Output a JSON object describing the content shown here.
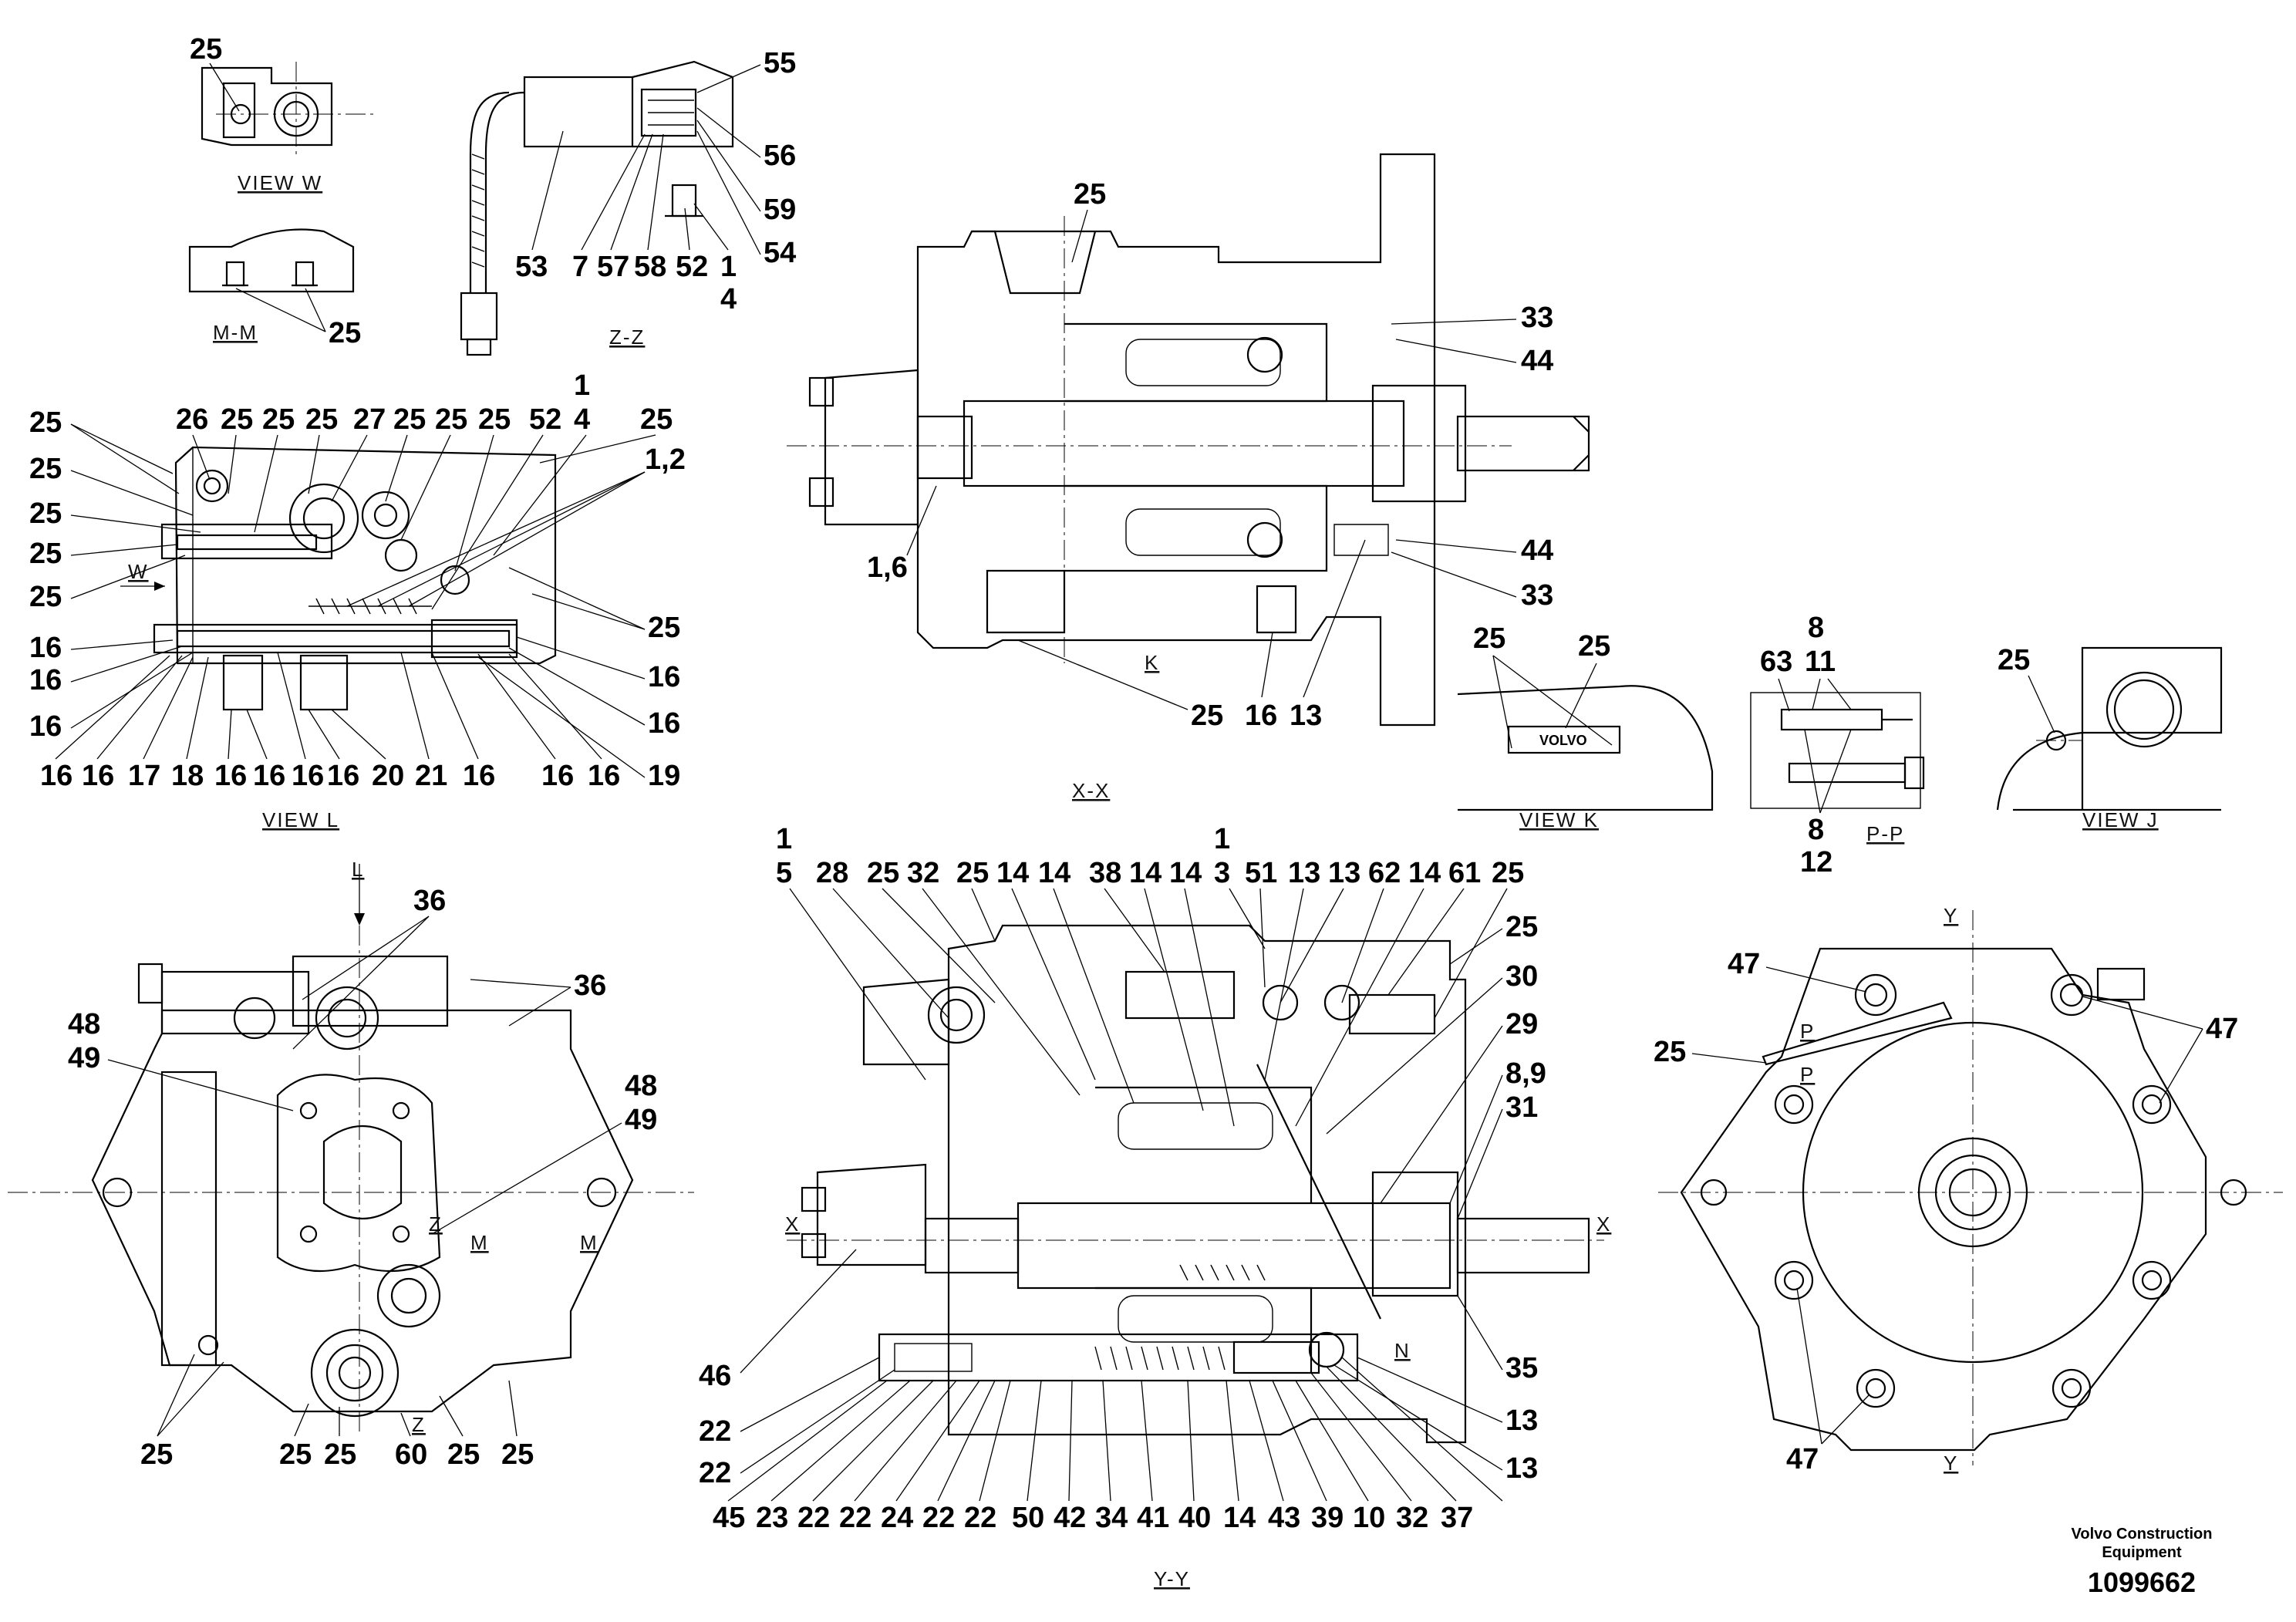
{
  "views": {
    "view_w": "VIEW W",
    "m_m": "M-M",
    "z_z": "Z-Z",
    "view_l": "VIEW L",
    "x_x": "X-X",
    "view_k": "VIEW K",
    "p_p": "P-P",
    "view_j": "VIEW J",
    "y_y": "Y-Y"
  },
  "section_marks": {
    "w": "W",
    "l": "L",
    "x": "X",
    "y": "Y",
    "m": "M",
    "z": "Z",
    "p": "P",
    "k": "K",
    "n": "N"
  },
  "nameplate_text": "VOLVO",
  "labels": {
    "vw": [
      "25"
    ],
    "mm": [
      "25"
    ],
    "zz": [
      "55",
      "56",
      "59",
      "54",
      "53",
      "7",
      "57",
      "58",
      "52",
      "1",
      "4"
    ],
    "vl_top": [
      "26",
      "25",
      "25",
      "25",
      "27",
      "25",
      "25",
      "25",
      "52",
      "1",
      "4",
      "25",
      "1,2"
    ],
    "vl_left": [
      "25",
      "25",
      "25",
      "25",
      "25",
      "16",
      "16",
      "16"
    ],
    "vl_right": [
      "25",
      "16",
      "16",
      "19"
    ],
    "vl_bottom": [
      "16",
      "16",
      "17",
      "18",
      "16",
      "16",
      "16",
      "16",
      "20",
      "21",
      "16",
      "16",
      "16"
    ],
    "xx": [
      "25",
      "33",
      "44",
      "1,6",
      "44",
      "33",
      "25",
      "16",
      "13"
    ],
    "vk": [
      "25",
      "25"
    ],
    "pp": [
      "8",
      "11",
      "63",
      "8",
      "12"
    ],
    "vj": [
      "25"
    ],
    "front": [
      "36",
      "36",
      "48",
      "49",
      "48",
      "49",
      "25",
      "25",
      "25",
      "60",
      "25",
      "25"
    ],
    "yy_top": [
      "1",
      "5",
      "28",
      "25",
      "32",
      "25",
      "14",
      "14",
      "38",
      "14",
      "14",
      "1",
      "3",
      "51",
      "13",
      "13",
      "62",
      "14",
      "61",
      "25"
    ],
    "yy_right": [
      "25",
      "30",
      "29",
      "8,9",
      "31",
      "35",
      "13",
      "13"
    ],
    "yy_bottom": [
      "46",
      "22",
      "22",
      "45",
      "23",
      "22",
      "22",
      "24",
      "22",
      "22",
      "50",
      "42",
      "34",
      "41",
      "40",
      "14",
      "43",
      "39",
      "10",
      "32",
      "37"
    ],
    "rear": [
      "47",
      "25",
      "47",
      "47"
    ]
  },
  "footer": {
    "brand_line1": "Volvo Construction",
    "brand_line2": "Equipment",
    "code": "1099662"
  }
}
